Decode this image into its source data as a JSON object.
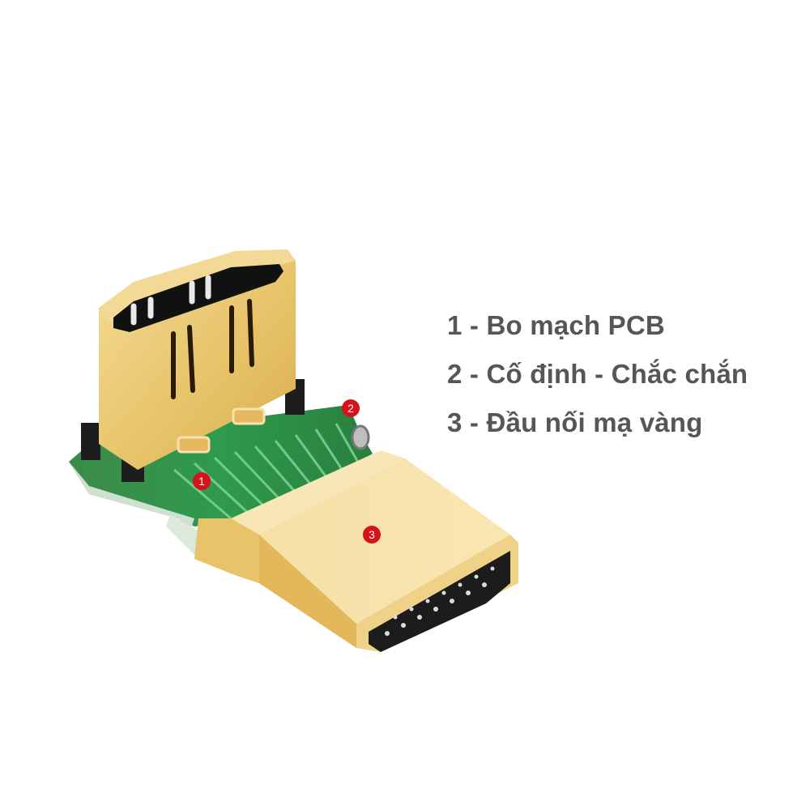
{
  "legend": {
    "items": [
      {
        "label": "1 - Bo mạch PCB"
      },
      {
        "label": "2 - Cố định - Chắc chắn"
      },
      {
        "label": "3 - Đầu nối mạ vàng"
      }
    ]
  },
  "markers": [
    {
      "number": "1",
      "target": "PCB board"
    },
    {
      "number": "2",
      "target": "mounting screw"
    },
    {
      "number": "3",
      "target": "gold-plated connector"
    }
  ],
  "colors": {
    "background": "#ffffff",
    "text": "#565656",
    "gold": "#e9c873",
    "gold_light": "#f6dfa0",
    "pcb_green": "#2f8f46",
    "marker_red": "#d6121a"
  }
}
